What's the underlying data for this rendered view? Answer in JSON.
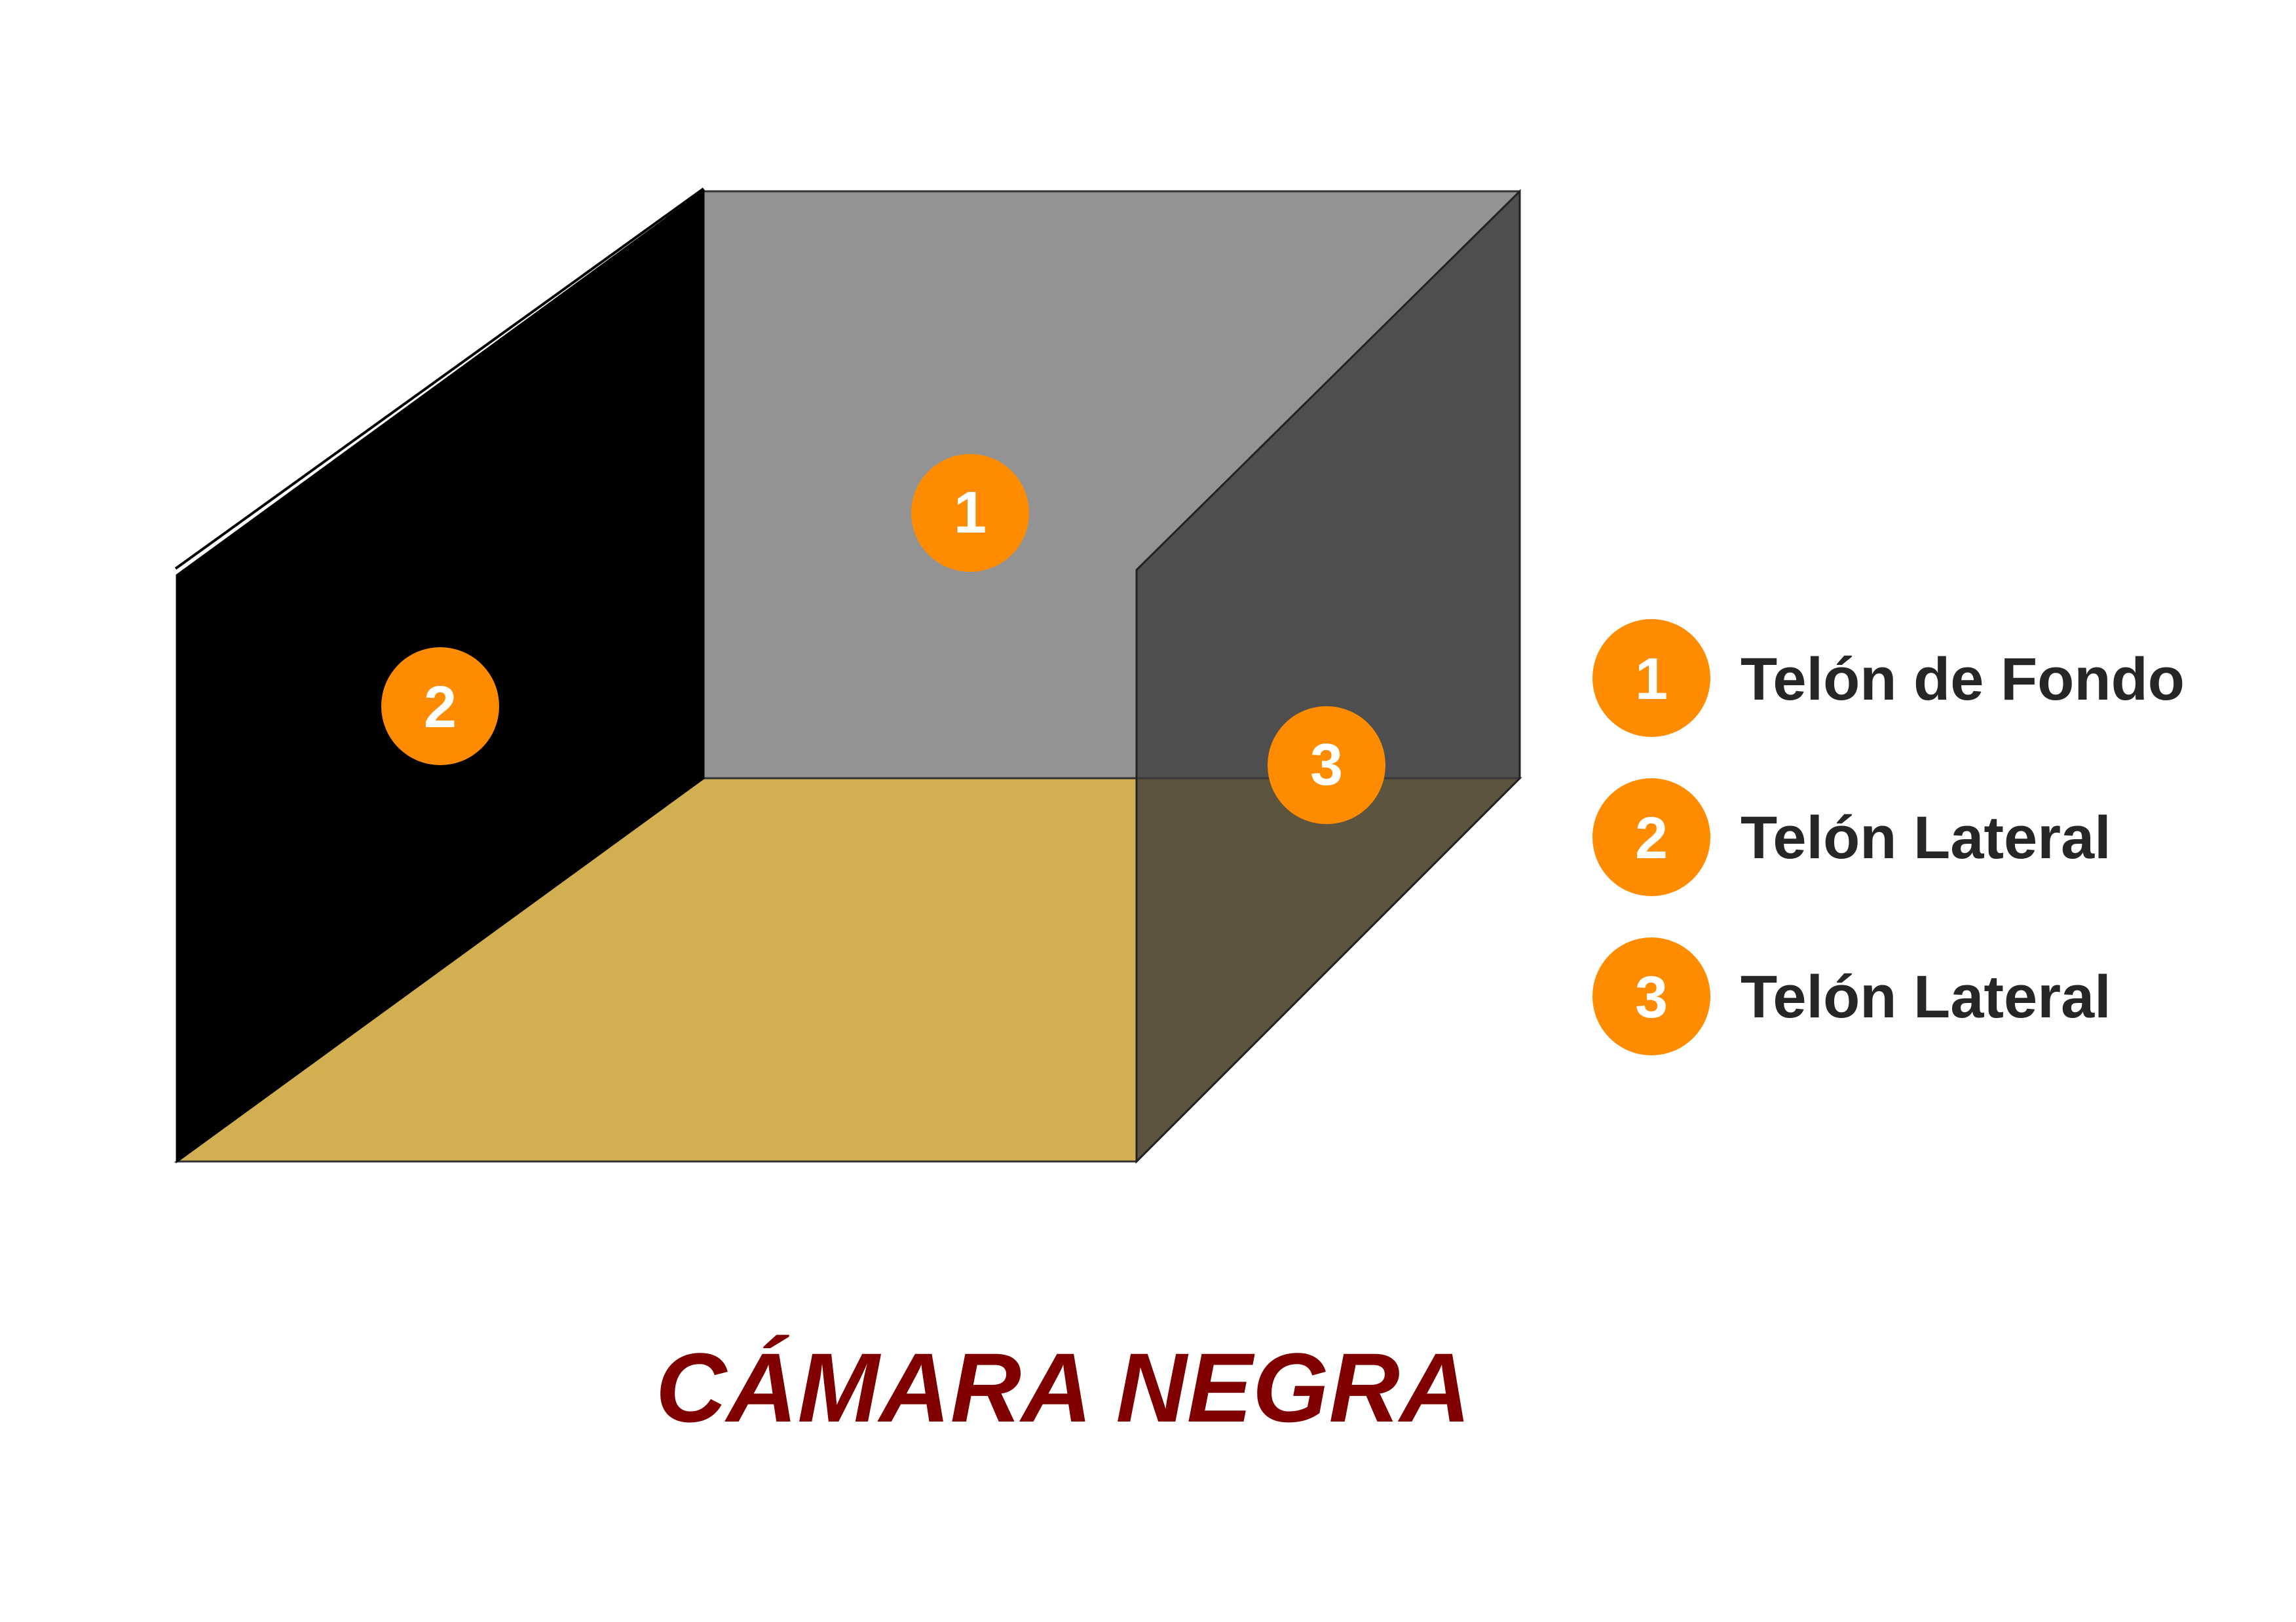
{
  "diagram": {
    "title": "CÁMARA NEGRA",
    "title_color": "#800000",
    "badge_color": "#FF8C00",
    "badge_text_color": "#FFFFFF",
    "panels": [
      {
        "id": "back",
        "badge": "1",
        "color": "#939393"
      },
      {
        "id": "left",
        "badge": "2",
        "color": "#000000"
      },
      {
        "id": "right",
        "badge": "3",
        "color": "#3B3B3B"
      },
      {
        "id": "floor",
        "badge": "",
        "color": "#D2AF50"
      }
    ],
    "legend": [
      {
        "number": "1",
        "label": "Telón de Fondo"
      },
      {
        "number": "2",
        "label": "Telón Lateral"
      },
      {
        "number": "3",
        "label": "Telón Lateral"
      }
    ]
  }
}
